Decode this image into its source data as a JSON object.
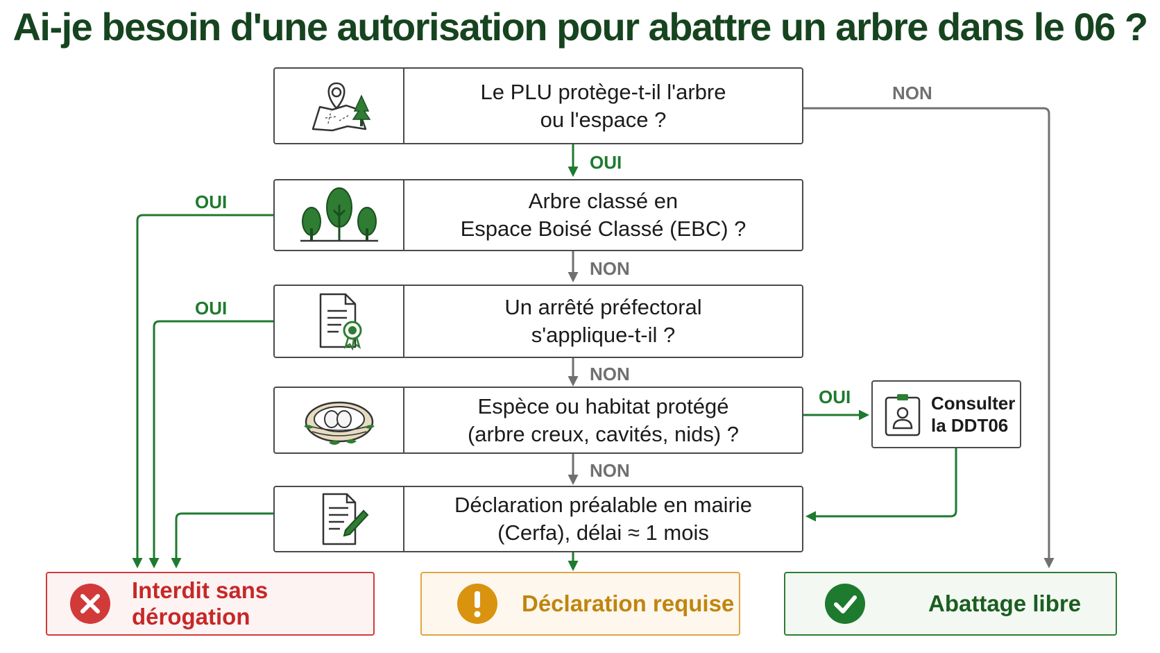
{
  "title": "Ai-je besoin d'une autorisation pour abattre un arbre dans le 06 ?",
  "questions": [
    {
      "lines": [
        "Le PLU protège-t-il l'arbre",
        "ou l'espace ?"
      ],
      "icon": "map-pin-tree-icon"
    },
    {
      "lines": [
        "Arbre classé en",
        "Espace Boisé Classé (EBC) ?"
      ],
      "icon": "trees-icon"
    },
    {
      "lines": [
        "Un arrêté préfectoral",
        "s'applique-t-il ?"
      ],
      "icon": "decree-document-icon"
    },
    {
      "lines": [
        "Espèce ou habitat protégé",
        "(arbre creux, cavités, nids) ?"
      ],
      "icon": "bird-nest-icon"
    },
    {
      "lines": [
        "Déclaration préalable en mairie",
        "(Cerfa), délai ≈ 1 mois"
      ],
      "icon": "form-pen-icon"
    }
  ],
  "labels": {
    "oui": "OUI",
    "non": "NON"
  },
  "ddt": {
    "lines": [
      "Consulter",
      "la DDT06"
    ],
    "icon": "id-badge-icon"
  },
  "results": {
    "interdit": {
      "label": "Interdit sans dérogation",
      "icon": "x-circle-icon",
      "color": "#d23a3a"
    },
    "declaration": {
      "label": "Déclaration requise",
      "icon": "exclamation-circle-icon",
      "color": "#d9930f"
    },
    "libre": {
      "label": "Abattage libre",
      "icon": "check-circle-icon",
      "color": "#1e7a2e"
    }
  },
  "colors": {
    "title": "#16441f",
    "yes_arrow": "#1e7a2e",
    "no_arrow": "#707070"
  }
}
